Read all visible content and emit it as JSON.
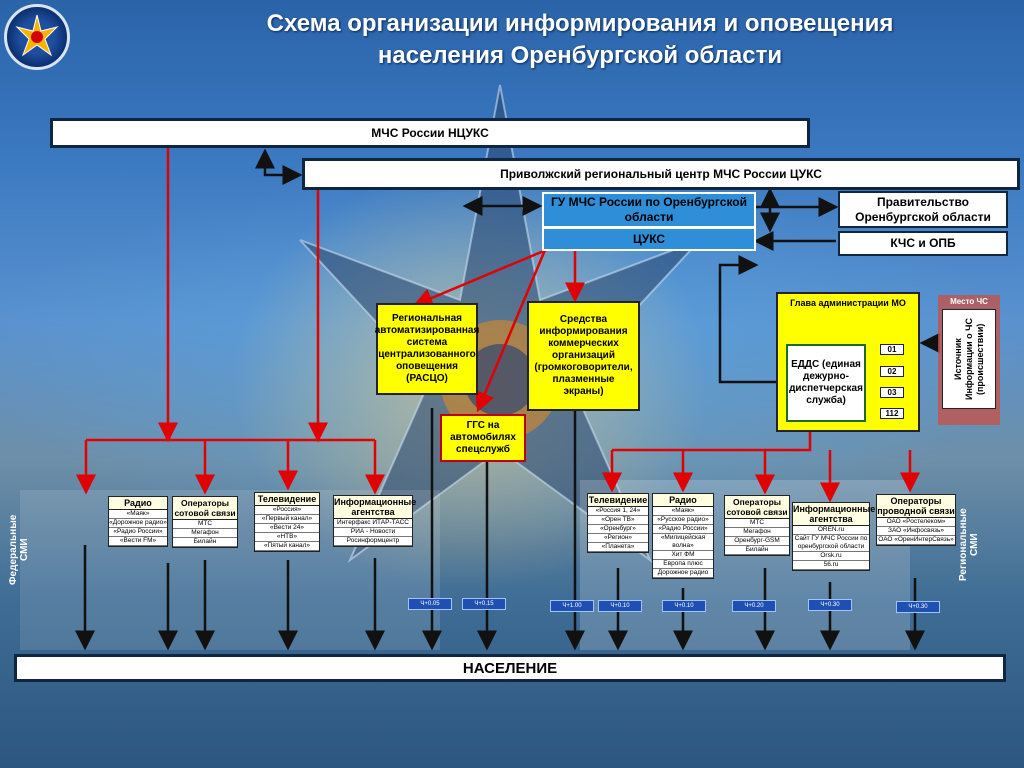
{
  "title": {
    "line1": "Схема организации информирования и оповещения",
    "line2": "населения Оренбургской области"
  },
  "top": {
    "mchs": "МЧС России НЦУКС",
    "privolzhsky": "Приволжский региональный центр МЧС России ЦУКС",
    "gu": "ГУ МЧС России по Оренбургской области",
    "tsuks": "ЦУКС",
    "government": "Правительство Оренбургской области",
    "kchs": "КЧС и ОПБ"
  },
  "mid": {
    "rasco": "Региональная автоматизированная система централизованного оповещения (РАСЦО)",
    "commercial": "Средства информирования коммерческих организаций (громкоговорители, плазменные экраны)",
    "ggs": "ГГС на автомобилях спецслужб",
    "head_mo": "Глава администрации МО",
    "edds": "ЕДДС (единая дежурно-диспетчерская служба)",
    "numbers": [
      "01",
      "02",
      "03",
      "112"
    ],
    "place_label": "Место ЧС",
    "source": "Источник Информации о ЧС (происшествии)"
  },
  "side": {
    "federal": "Федеральные СМИ",
    "regional": "Региональные СМИ"
  },
  "federal_boxes": [
    {
      "title": "Радио",
      "items": [
        "«Маяк»",
        "«Дорожное радио»",
        "«Радио России»",
        "«Вести FM»"
      ]
    },
    {
      "title": "Операторы сотовой связи",
      "items": [
        "МТС",
        "Мегафон",
        "Билайн"
      ]
    },
    {
      "title": "Телевидение",
      "items": [
        "«Россия»",
        "«Первый канал»",
        "«Вести 24»",
        "«НТВ»",
        "«Пятый канал»"
      ]
    },
    {
      "title": "Информационные агентства",
      "items": [
        "Интерфакс ИТАР-ТАСС",
        "РИА - Новости",
        "Росинформцентр"
      ]
    }
  ],
  "regional_boxes": [
    {
      "title": "Телевидение",
      "items": [
        "«Россия 1, 24»",
        "«Орен ТВ»",
        "«Оренбург»",
        "«Регион»",
        "«Планета»"
      ]
    },
    {
      "title": "Радио",
      "items": [
        "«Маяк»",
        "«Русское радио»",
        "«Радио России»",
        "«Милицейская волна»",
        "Хит ФМ",
        "Европа плюс",
        "Дорожное радио"
      ]
    },
    {
      "title": "Операторы сотовой связи",
      "items": [
        "МТС",
        "Мегафон",
        "Оренбург-GSM",
        "Билайн"
      ]
    },
    {
      "title": "Информационные агентства",
      "items": [
        "OREN.ru",
        "Сайт ГУ МЧС России по оренбургской области",
        "Orsk.ru",
        "56.ru"
      ]
    },
    {
      "title": "Операторы проводной связи",
      "items": [
        "ОАО «Ростелеком»",
        "ЗАО «Инфосвязь»",
        "ОАО «ОренИнтерСвязь»"
      ]
    }
  ],
  "times": [
    "Ч+0.05",
    "Ч+0.15",
    "Ч+1.00",
    "Ч+0.10",
    "Ч+0.10",
    "Ч+0.20",
    "Ч+0.30",
    "Ч+0.30"
  ],
  "population": "НАСЕЛЕНИЕ",
  "colors": {
    "red_arrow": "#e00000",
    "black_arrow": "#111111",
    "box_yellow": "#ffff00",
    "box_blue": "#2f8ed8"
  }
}
